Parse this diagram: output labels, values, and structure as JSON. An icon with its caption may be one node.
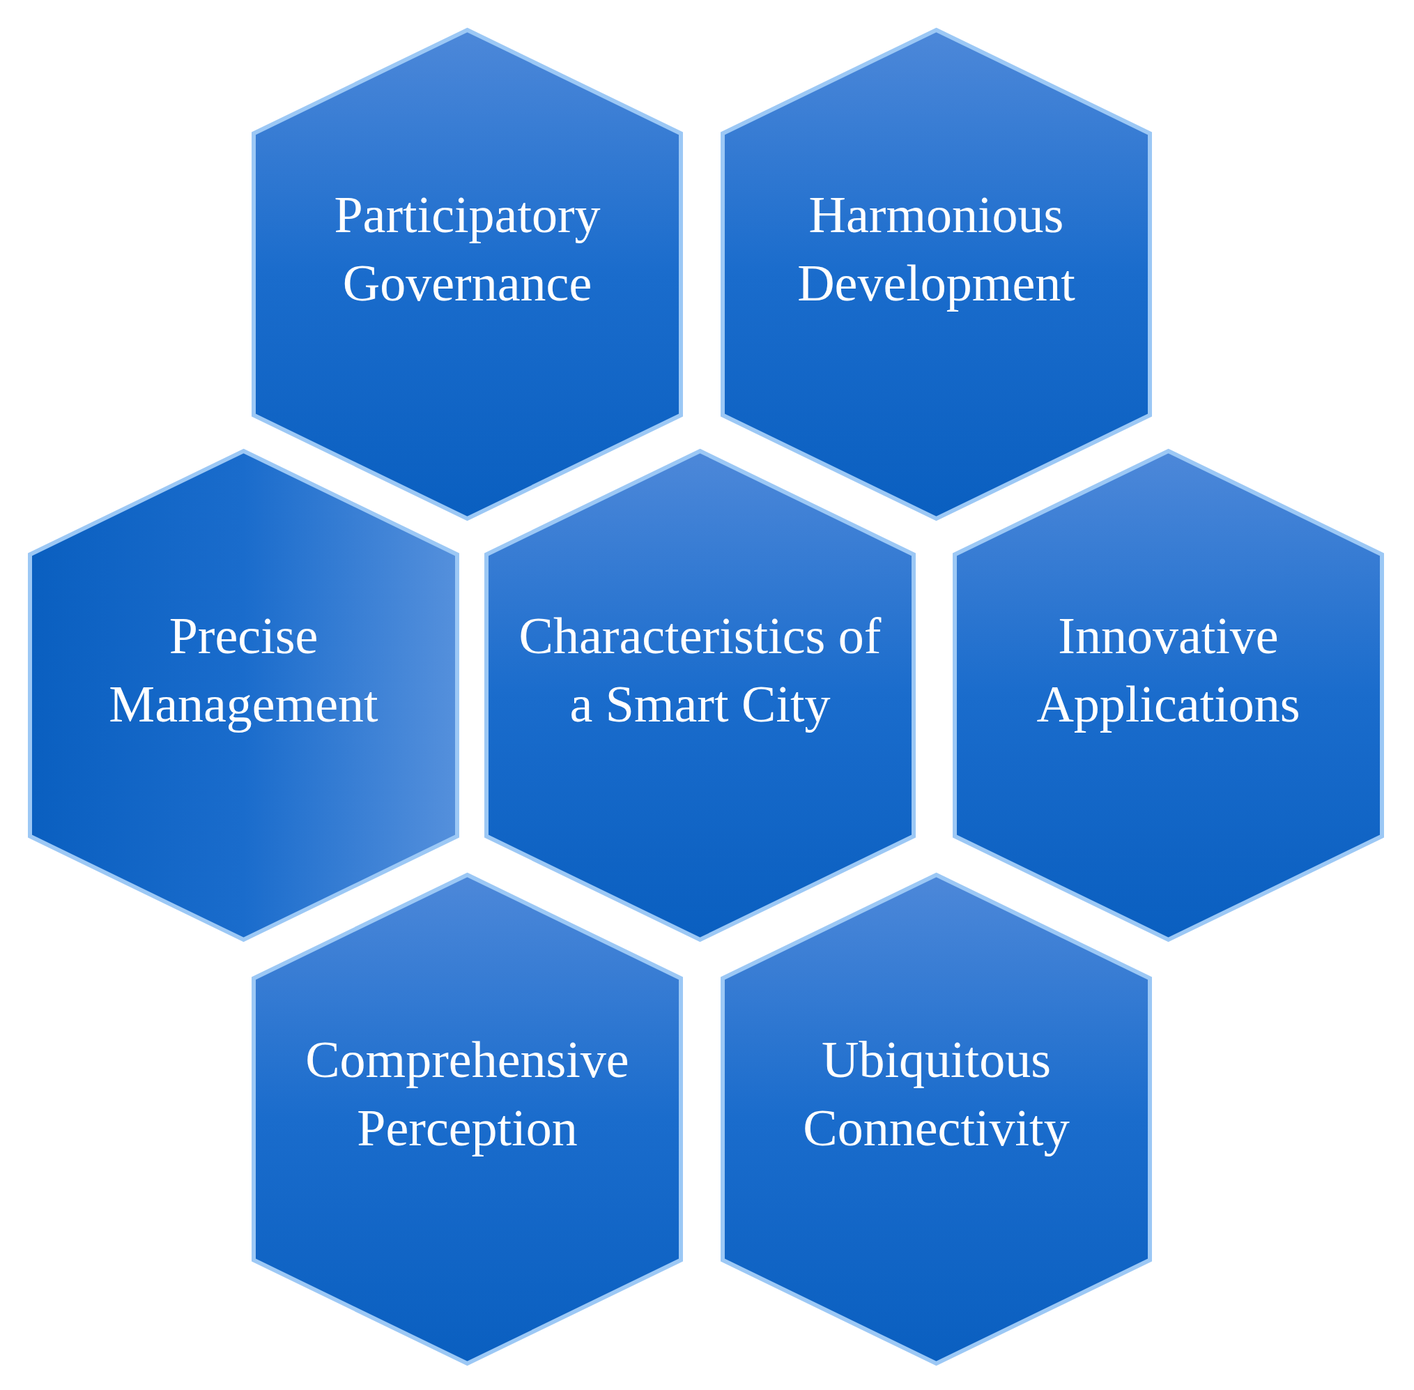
{
  "diagram": {
    "nodes": [
      {
        "text": [
          "Participatory Governance"
        ]
      },
      {
        "text": [
          "Harmonious Development"
        ]
      },
      {
        "text": [
          "Precise Management"
        ]
      },
      {
        "text": [
          "Characteristics of a Smart City"
        ]
      },
      {
        "text": [
          "Innovative Applications"
        ]
      },
      {
        "text": [
          "Comprehensive Perception"
        ]
      },
      {
        "text": [
          "Ubiquitous Connectivity"
        ]
      }
    ]
  }
}
